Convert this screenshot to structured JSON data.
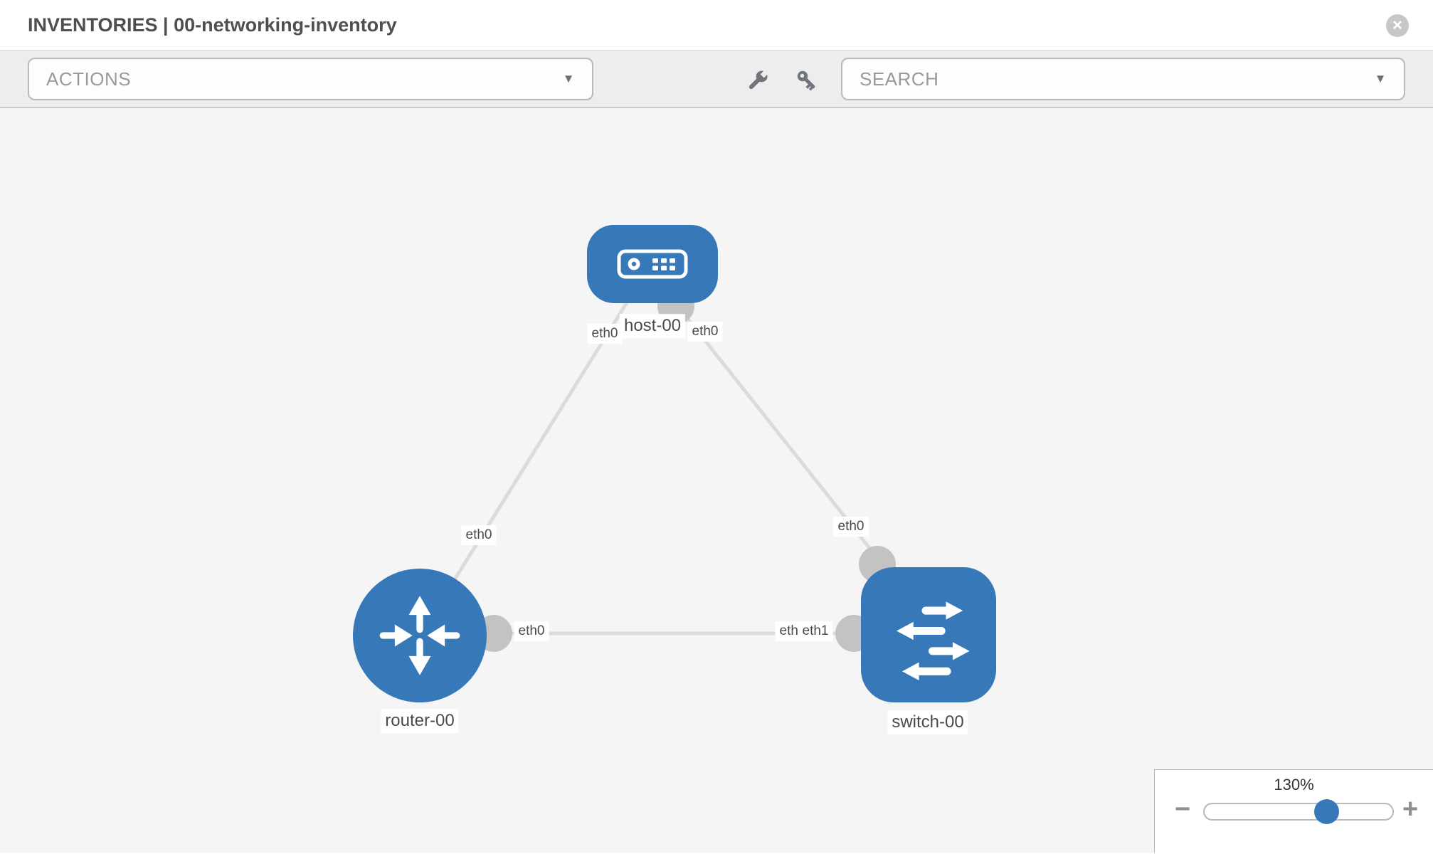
{
  "header": {
    "title": "INVENTORIES | 00-networking-inventory"
  },
  "toolbar": {
    "actions_placeholder": "ACTIONS",
    "search_placeholder": "SEARCH"
  },
  "icons": {
    "caret": "▼",
    "close": "✕",
    "wrench": "wrench",
    "key": "key"
  },
  "graph": {
    "nodes": [
      {
        "id": "host-00",
        "type": "host",
        "label": "host-00"
      },
      {
        "id": "router-00",
        "type": "router",
        "label": "router-00"
      },
      {
        "id": "switch-00",
        "type": "switch",
        "label": "switch-00"
      }
    ],
    "links": [
      {
        "source": "host-00",
        "source_interface": "eth0",
        "target": "router-00",
        "target_interface": "eth0"
      },
      {
        "source": "host-00",
        "source_interface": "eth0",
        "target": "switch-00",
        "target_interface": "eth0"
      },
      {
        "source": "router-00",
        "source_interface": "eth0",
        "target": "switch-00",
        "target_interface": "eth1",
        "target_interface_overlapped": "eth0"
      }
    ]
  },
  "zoom_control": {
    "value": "130%",
    "decrease_label": "−",
    "increase_label": "+"
  },
  "colors": {
    "node_blue": "#3779b8",
    "edge_gray": "#dbdbdb",
    "connector_gray": "#c3c3c3",
    "toolbar_bg": "#ededed",
    "canvas_bg": "#f5f5f5"
  }
}
